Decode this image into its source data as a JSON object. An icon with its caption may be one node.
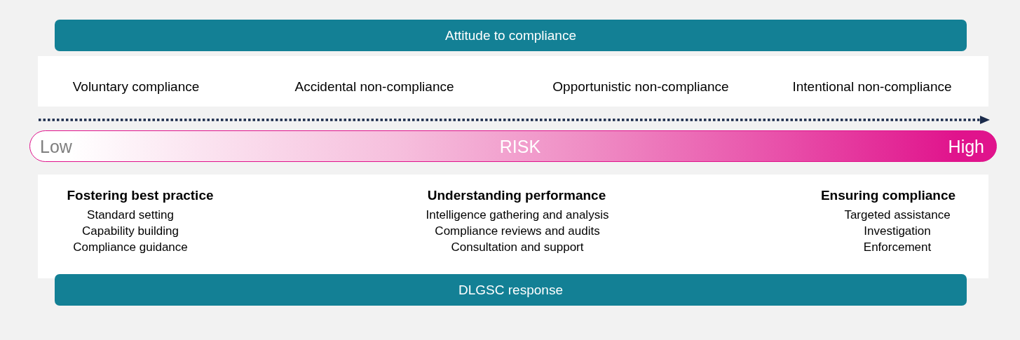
{
  "diagram": {
    "nodes": [
      {
        "text": [
          "Attitude to compliance"
        ]
      },
      {
        "text": [
          "Voluntary compliance",
          "Accidental non-compliance",
          "Opportunistic non-compliance",
          "Intentional non-compliance"
        ]
      },
      {
        "text": [
          "Low",
          "RISK",
          "High"
        ]
      },
      {
        "text": [
          "Fostering best practice",
          "Standard setting",
          "Capability building",
          "Compliance guidance",
          "Understanding performance",
          "Intelligence gathering and analysis",
          "Compliance reviews and audits",
          "Consultation and support",
          "Ensuring compliance",
          "Targeted assistance",
          "Investigation",
          "Enforcement"
        ]
      },
      {
        "text": [
          "DLGSC response"
        ]
      }
    ]
  }
}
